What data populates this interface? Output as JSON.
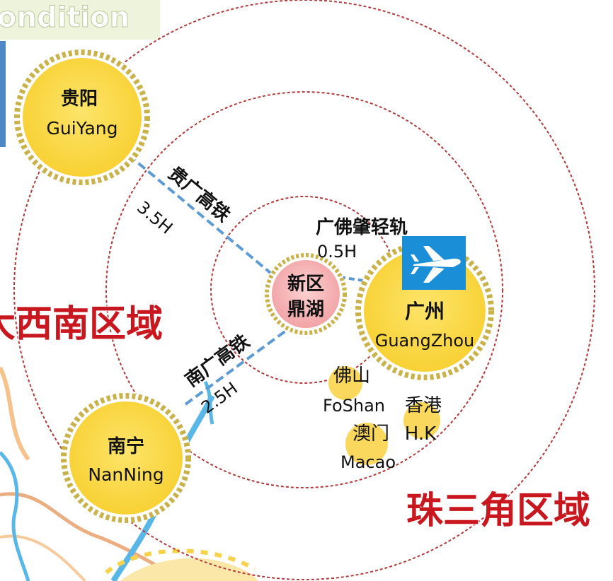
{
  "header": {
    "title_fragment": "ondition"
  },
  "regions": {
    "southwest": "大西南区域",
    "prd": "珠三角区域"
  },
  "cities": {
    "guiyang": {
      "cn": "贵阳",
      "en": "GuiYang"
    },
    "nanning": {
      "cn": "南宁",
      "en": "NanNing"
    },
    "guangzhou": {
      "cn": "广州",
      "en": "GuangZhou"
    },
    "foshan": {
      "cn": "佛山",
      "en": "FoShan"
    },
    "hongkong": {
      "cn": "香港",
      "en": "H.K"
    },
    "macao": {
      "cn": "澳门",
      "en": "Macao"
    }
  },
  "center": {
    "line1": "新区",
    "line2": "鼎湖"
  },
  "routes": {
    "guiguang": {
      "name": "贵广高铁",
      "time": "3.5H"
    },
    "nanguang": {
      "name": "南广高铁",
      "time": "2.5H"
    },
    "guangfozhao": {
      "name": "广佛肇轻轨",
      "time": "0.5H"
    }
  },
  "icons": {
    "airport": "airplane-icon"
  },
  "colors": {
    "ring": "#b33a3a",
    "city_fill": "#fad947",
    "city_border": "#c9b24a",
    "center_fill": "#f6b9ba",
    "region_text": "#c8171e",
    "route_line": "#5d9bd5",
    "airport_bg": "#1a8fd8",
    "river": "#58b7e6"
  }
}
